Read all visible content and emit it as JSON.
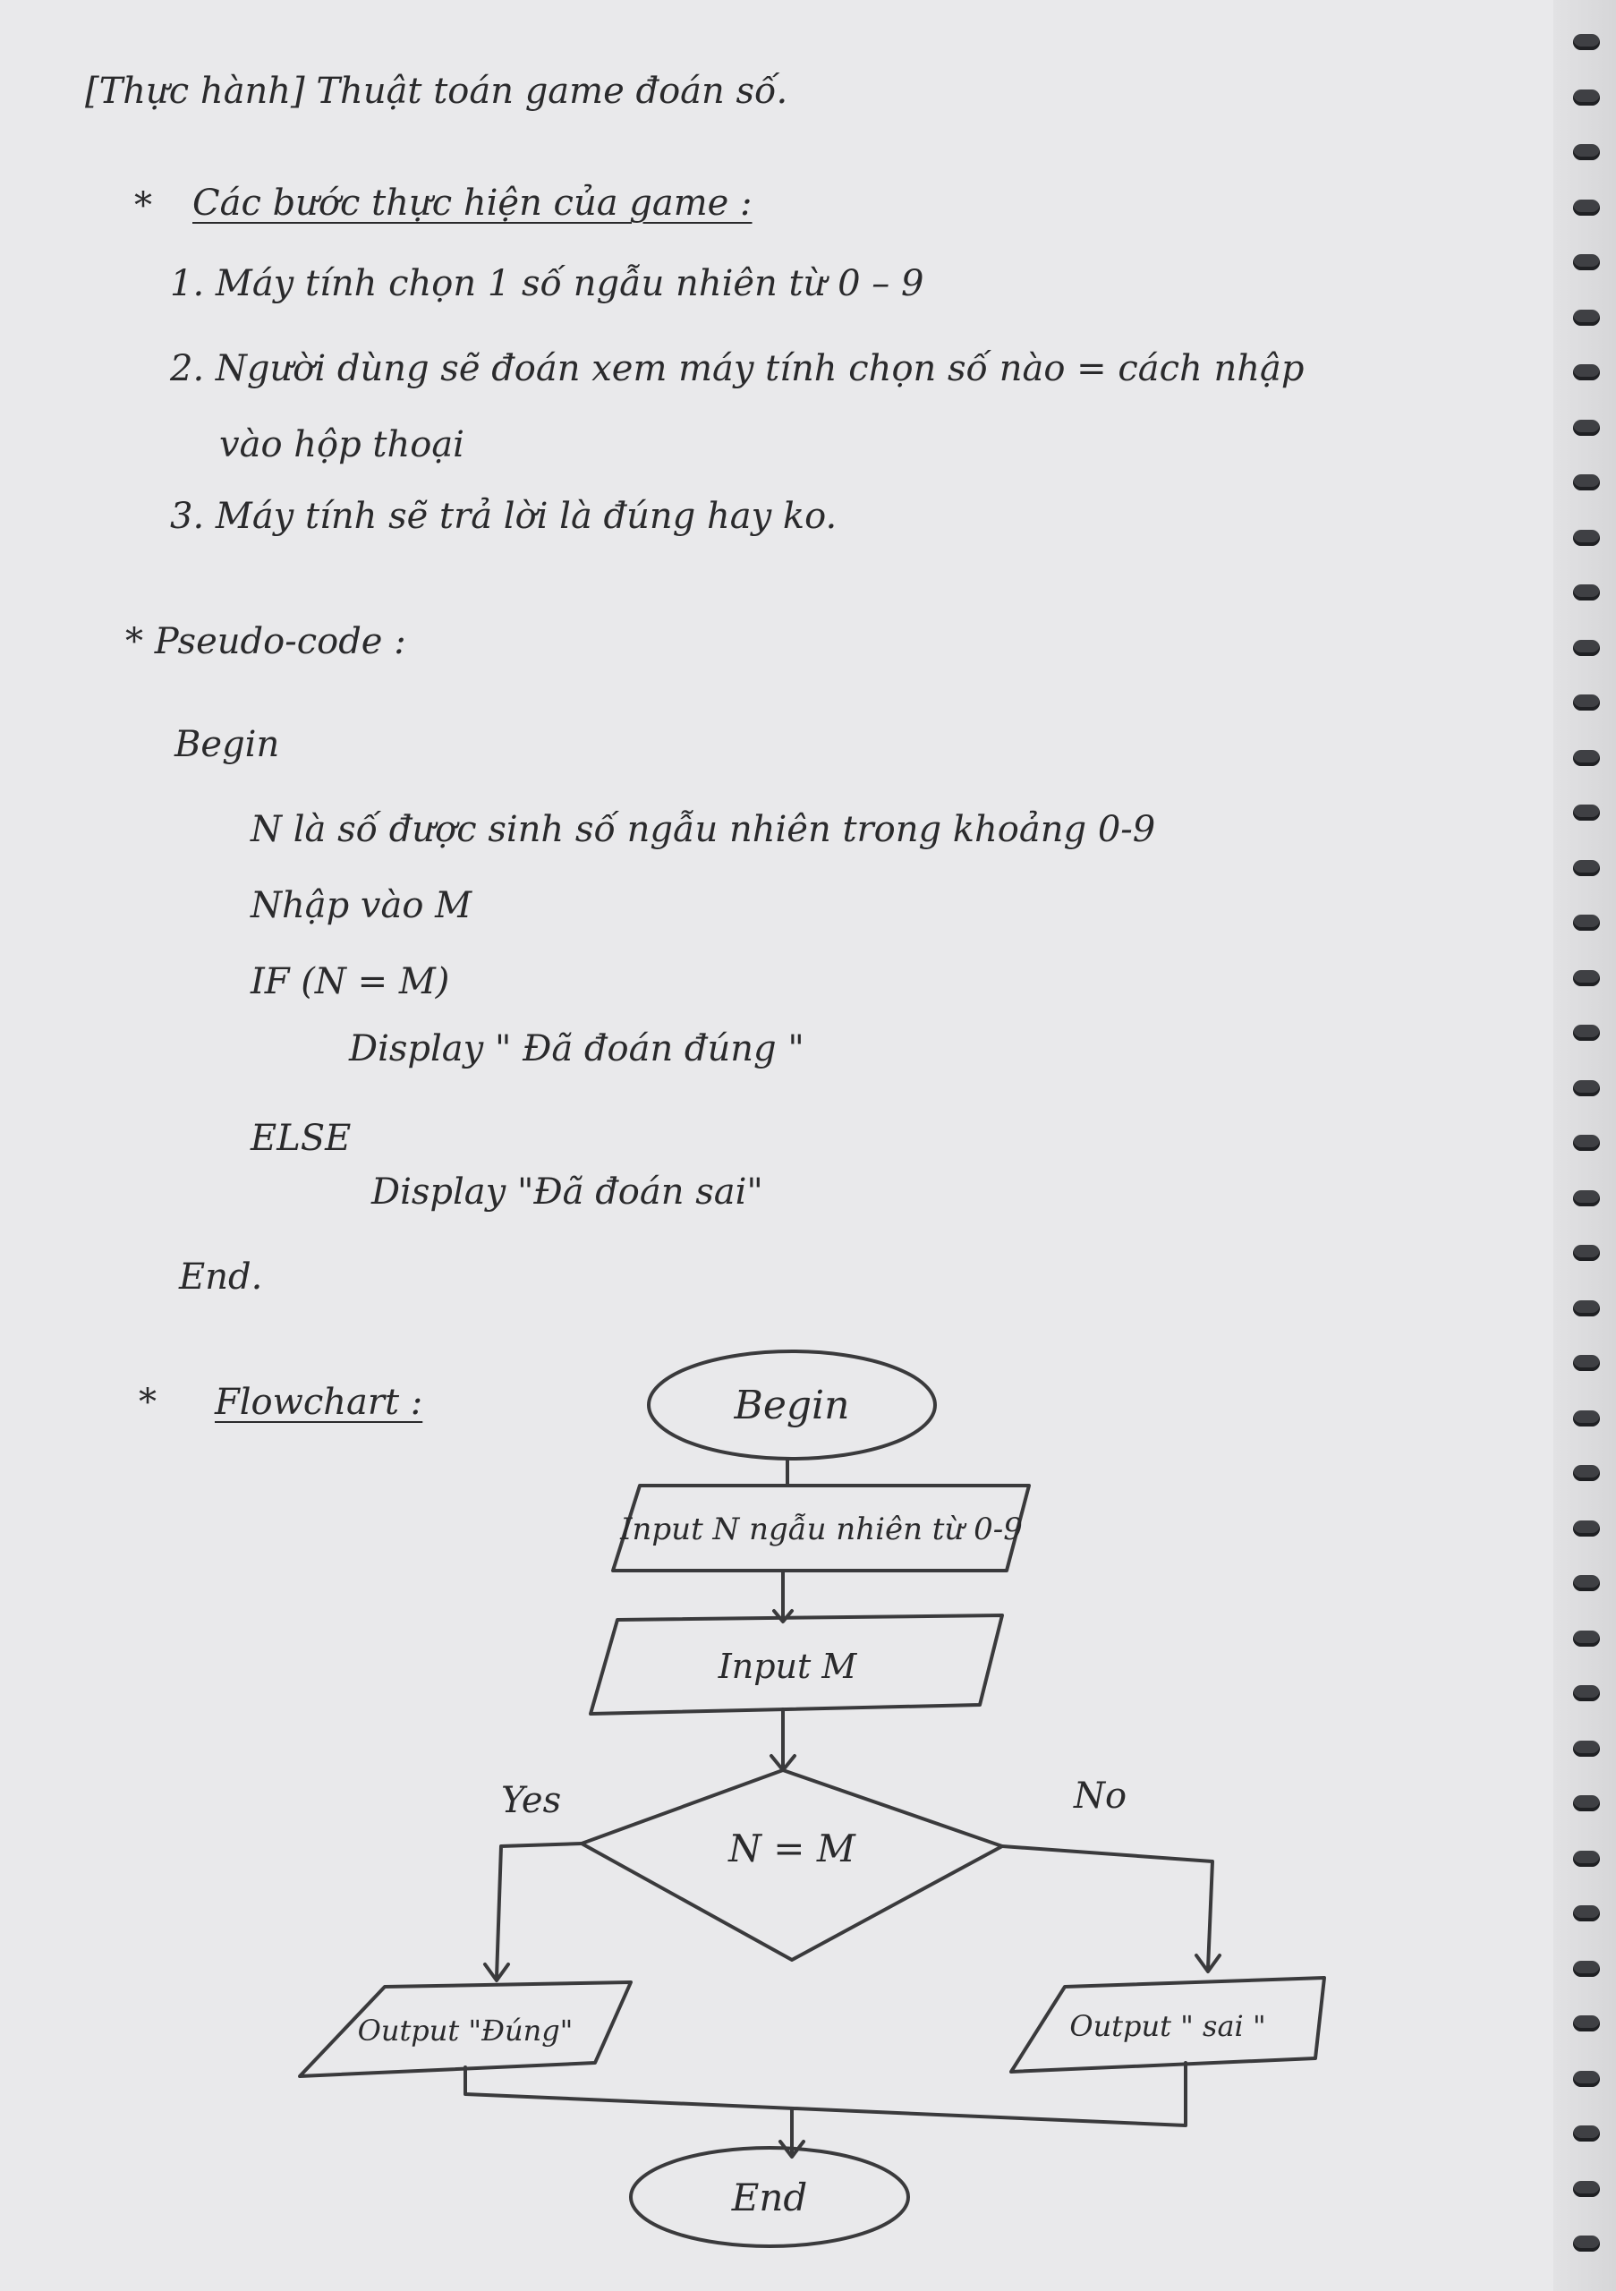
{
  "title": "[Thực hành] Thuật toán game đoán số.",
  "steps_heading": "Các bước thực hiện của game :",
  "steps": [
    "1. Máy tính chọn 1 số ngẫu nhiên từ 0 – 9",
    "2. Người dùng sẽ đoán xem máy tính chọn số nào = cách nhập",
    "vào hộp thoại",
    "3. Máy tính sẽ trả lời là đúng hay ko."
  ],
  "pseudocode_heading": "* Pseudo-code :",
  "pseudocode": {
    "begin": "Begin",
    "line1": "N là số được sinh số ngẫu nhiên trong khoảng 0-9",
    "line2": "Nhập vào M",
    "line3": "IF (N = M)",
    "line4": "Display \" Đã đoán đúng \"",
    "line5": "ELSE",
    "line6": "Display \"Đã đoán sai\"",
    "end": "End."
  },
  "flowchart_heading": "Flowchart :",
  "flowchart": {
    "begin": "Begin",
    "input_n": "Input N ngẫu nhiên từ 0-9",
    "input_m": "Input M",
    "decision": "N = M",
    "yes": "Yes",
    "no": "No",
    "output_yes": "Output \"Đúng\"",
    "output_no": "Output \" sai \"",
    "end": "End"
  },
  "colors": {
    "paper": "#e9e9eb",
    "ink": "#2a2a2c",
    "ring": "#3f4044"
  }
}
